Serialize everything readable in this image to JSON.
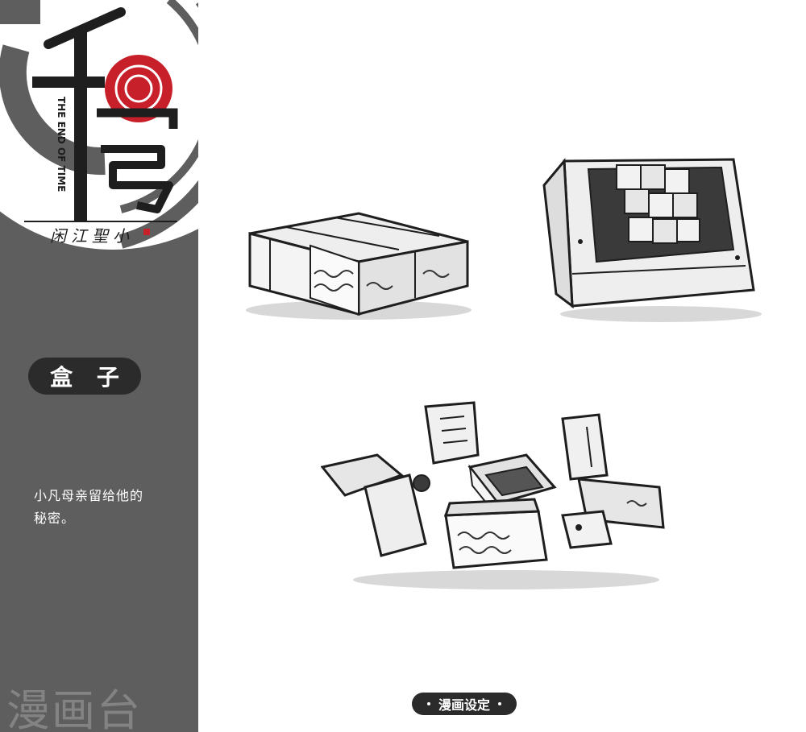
{
  "logo": {
    "title": "千穹",
    "subtitle_en": "THE END OF TIME",
    "author": "闲江聖小",
    "colors": {
      "accent": "#c8202a",
      "ink": "#1e1e1e",
      "panel": "#5e5e5e"
    }
  },
  "section": {
    "title": "盒 子"
  },
  "description": {
    "line1": "小凡母亲留给他的",
    "line2": "秘密。"
  },
  "watermark": {
    "text": "漫画台"
  },
  "footer": {
    "label": "漫画设定"
  },
  "illustrations": [
    {
      "name": "closed-box"
    },
    {
      "name": "open-box-with-cubes"
    },
    {
      "name": "unfolded-box"
    }
  ]
}
